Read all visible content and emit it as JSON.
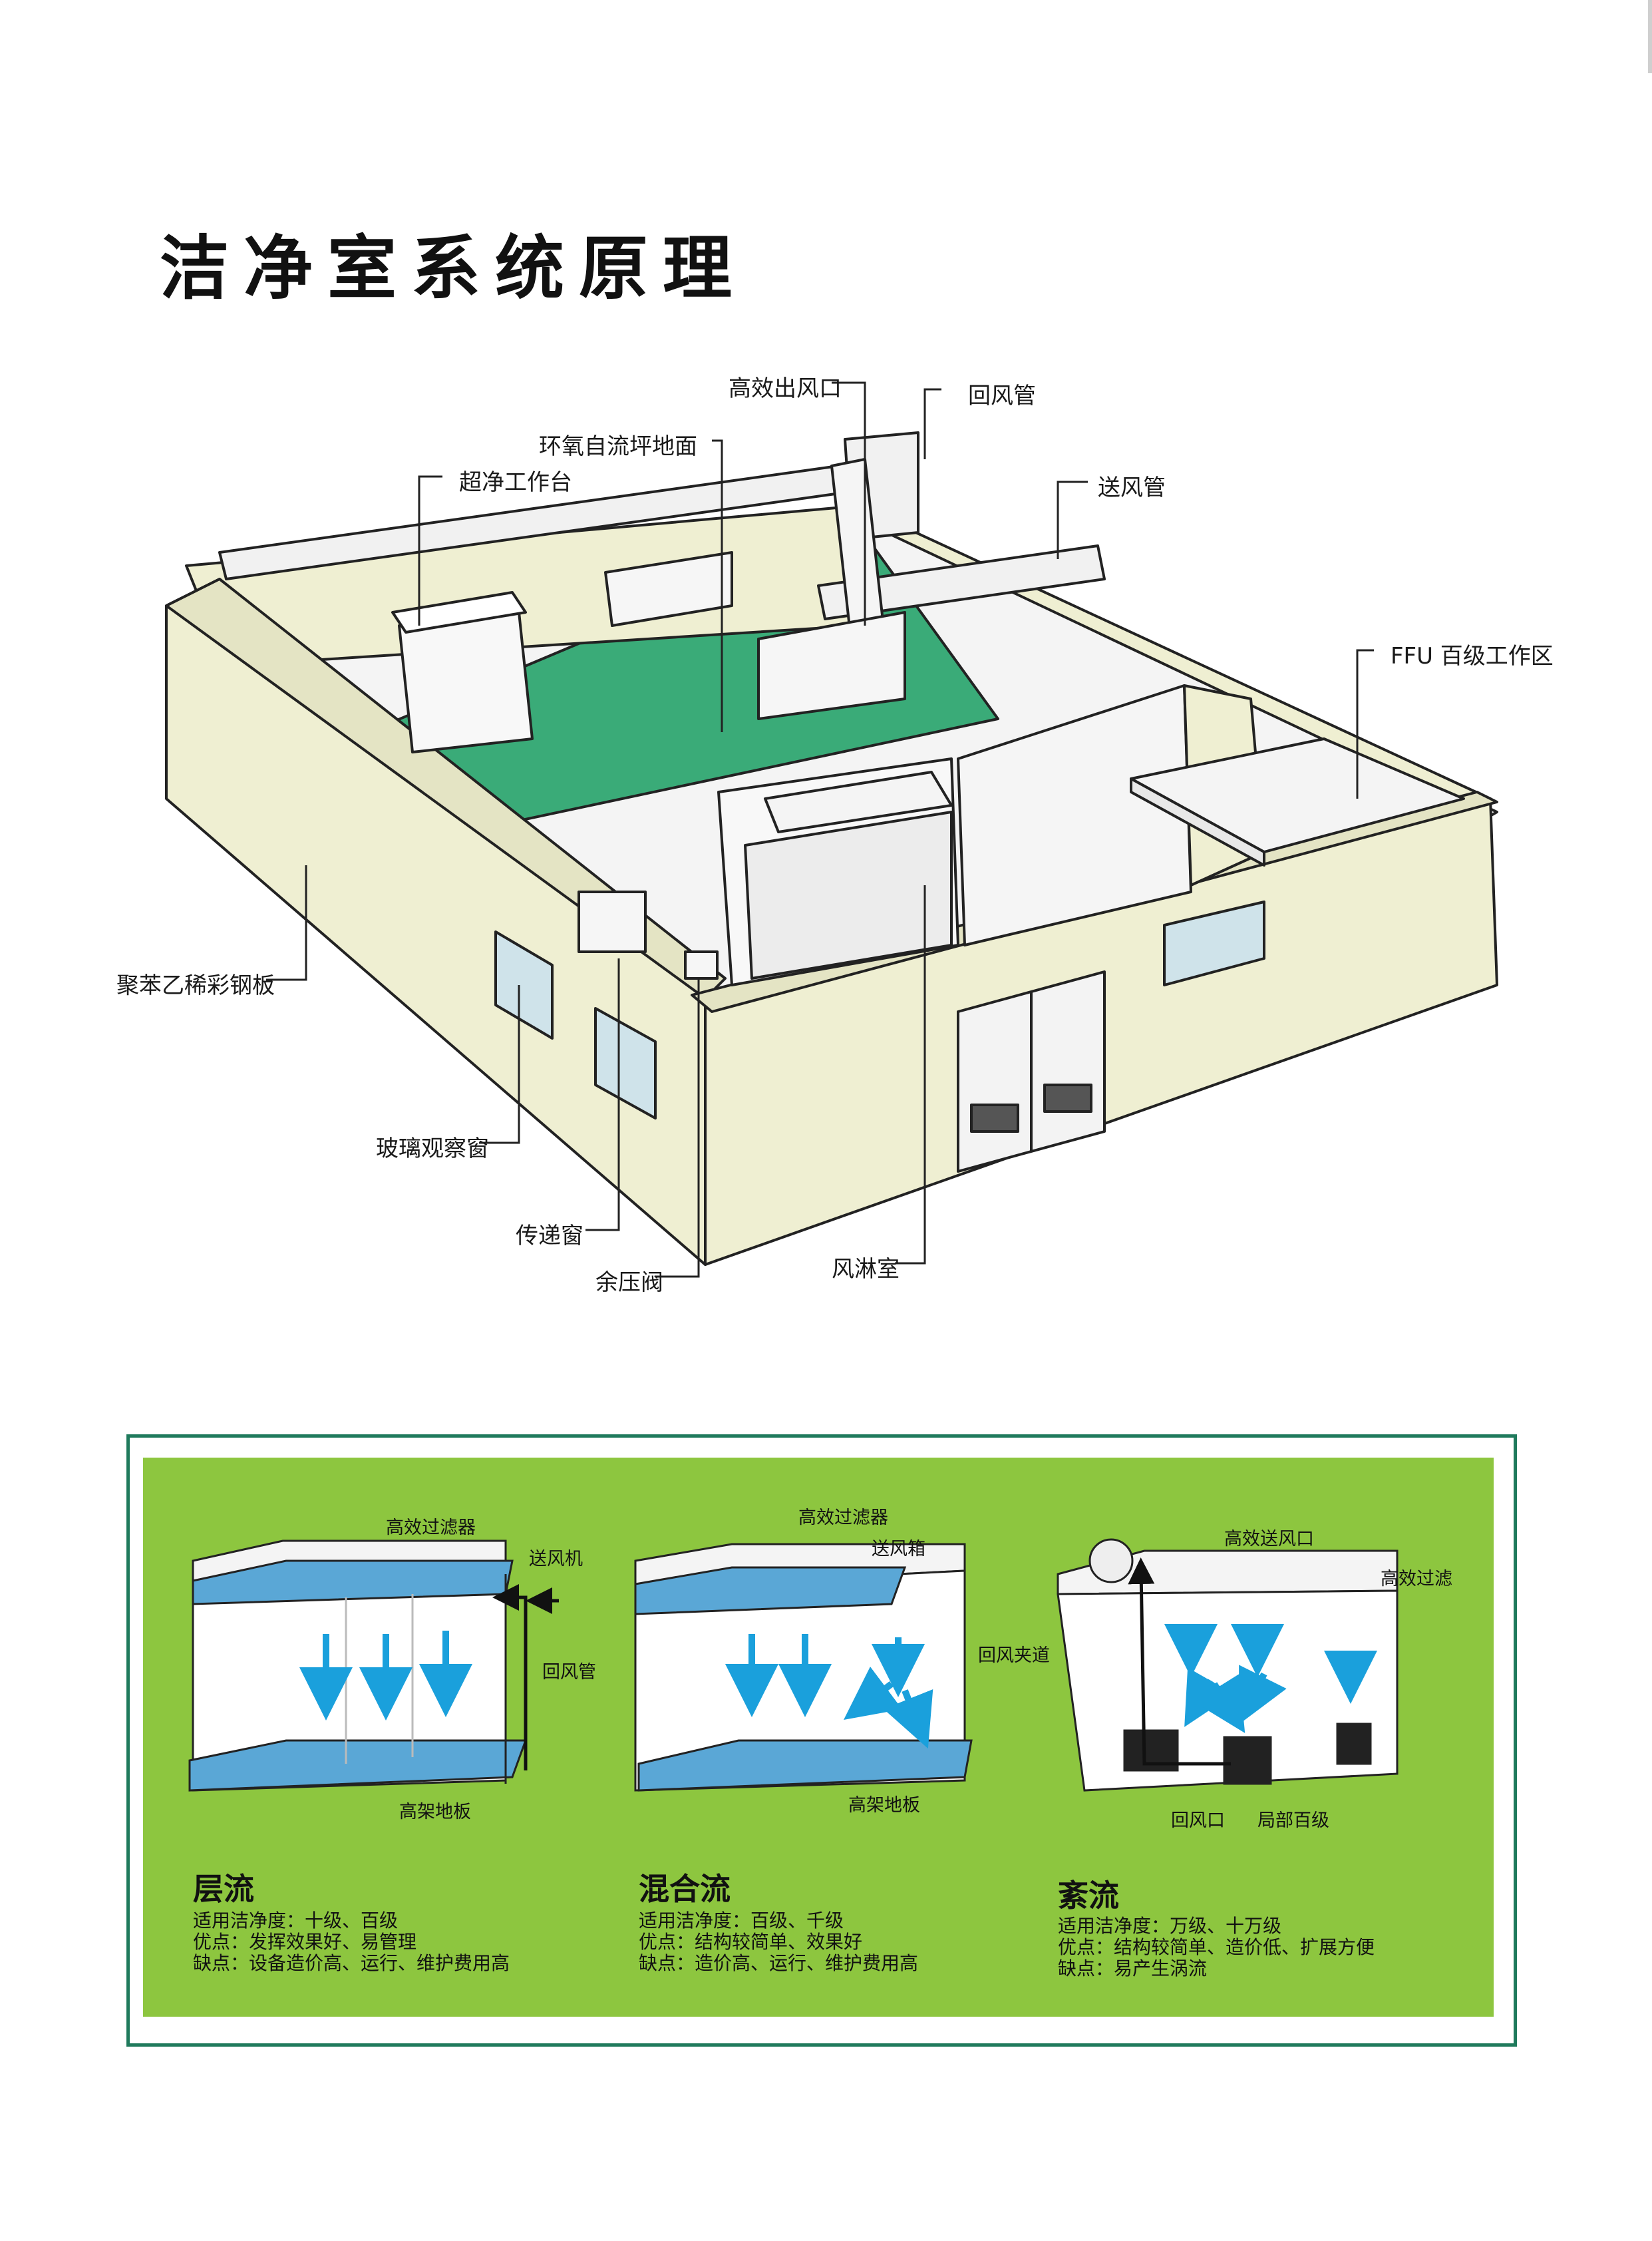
{
  "title": "洁净室系统原理",
  "colors": {
    "wall": "#efefd2",
    "floor": "#3aab78",
    "panel_green": "#8dc63f",
    "frame": "#1f7a5c",
    "filter_blue": "#5aa7d6",
    "arrow_blue": "#1aa0dc"
  },
  "callouts": {
    "hepa_outlet": "高效出风口",
    "return_duct": "回风管",
    "epoxy_floor": "环氧自流坪地面",
    "clean_bench": "超净工作台",
    "supply_duct": "送风管",
    "ffu_zone": "FFU 百级工作区",
    "eps_panel": "聚苯乙稀彩钢板",
    "glass_window": "玻璃观察窗",
    "pass_box": "传递窗",
    "pressure_valve": "余压阀",
    "air_shower": "风淋室"
  },
  "flows": [
    {
      "name": "层流",
      "grade": "适用洁净度：十级、百级",
      "pros": "优点：发挥效果好、易管理",
      "cons": "缺点：设备造价高、运行、维护费用高",
      "labels": {
        "filter": "高效过滤器",
        "fan": "送风机",
        "return": "回风管",
        "floor": "高架地板"
      }
    },
    {
      "name": "混合流",
      "grade": "适用洁净度：百级、千级",
      "pros": "优点：结构较简单、效果好",
      "cons": "缺点：造价高、运行、维护费用高",
      "labels": {
        "filter": "高效过滤器",
        "box": "送风箱",
        "return": "回风夹道",
        "floor": "高架地板"
      }
    },
    {
      "name": "紊流",
      "grade": "适用洁净度：万级、十万级",
      "pros": "优点：结构较简单、造价低、扩展方便",
      "cons": "缺点：易产生涡流",
      "labels": {
        "outlet": "高效送风口",
        "filter": "高效过滤",
        "return": "回风口",
        "local": "局部百级"
      }
    }
  ]
}
